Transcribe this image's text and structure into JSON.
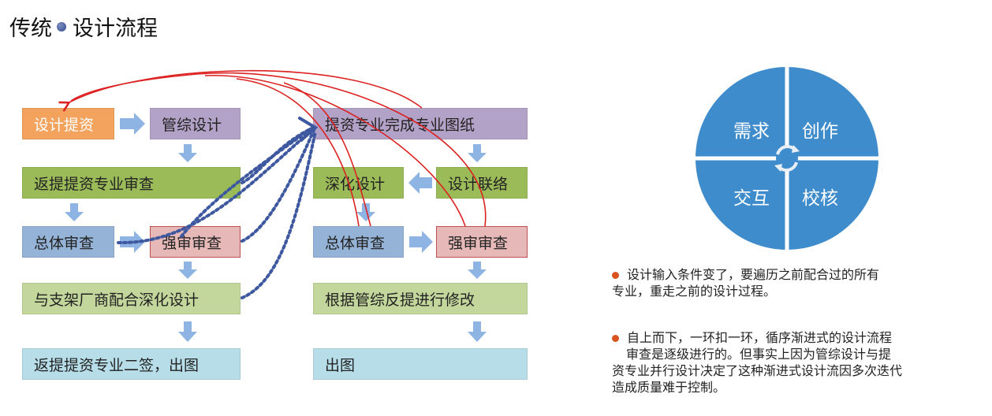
{
  "title": {
    "left": "传统",
    "right": "设计流程"
  },
  "left_flow": {
    "design_submit": "设计提资",
    "pipe_design": "管综设计",
    "return_review": "返提提资专业审查",
    "overall_review": "总体审查",
    "mandatory_review": "强审审查",
    "support_vendor": "与支架厂商配合深化设计",
    "return_sign": "返提提资专业二签，出图"
  },
  "right_flow": {
    "complete_drawings": "提资专业完成专业图纸",
    "deepen_design": "深化设计",
    "design_liaison": "设计联络",
    "overall_review": "总体审查",
    "mandatory_review": "强审审查",
    "revise": "根据管综反提进行修改",
    "output": "出图"
  },
  "cycle": {
    "q1": "需求",
    "q2": "创作",
    "q3": "交互",
    "q4": "校核",
    "color": "#3f8ccc"
  },
  "notes": {
    "note1_line1": "设计输入条件变了，要遍历之前配合过的所有",
    "note1_line2": "专业，重走之前的设计过程。",
    "note2_line1": "自上而下，一环扣一环，循序渐进式的设计流程",
    "note2_line2": "审查是逐级进行的。但事实上因为管综设计与提",
    "note2_line3": "资专业并行设计决定了这种渐进式设计流因多次迭代",
    "note2_line4": "造成质量难于控制。"
  }
}
